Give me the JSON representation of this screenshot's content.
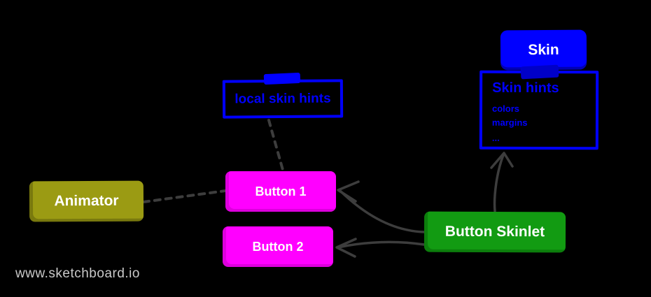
{
  "canvas": {
    "watermark": "www.sketchboard.io"
  },
  "colors": {
    "background": "#000000",
    "blue": "#0000ff",
    "blue_dark": "#0000c8",
    "magenta": "#ff00ff",
    "green": "#129b12",
    "olive": "#9b9b13",
    "edge": "#3d3d3d",
    "watermark": "#c9c9c9"
  },
  "nodes": {
    "skin": {
      "label": "Skin"
    },
    "skin_hints": {
      "title": "Skin hints",
      "items": [
        "colors",
        "margins",
        "..."
      ]
    },
    "local_skin_hints": {
      "label": "local skin hints"
    },
    "animator": {
      "label": "Animator"
    },
    "button1": {
      "label": "Button 1"
    },
    "button2": {
      "label": "Button 2"
    },
    "button_skinlet": {
      "label": "Button Skinlet"
    }
  },
  "edges": [
    {
      "from": "Animator",
      "to": "Button 1",
      "style": "dashed",
      "arrow": "none"
    },
    {
      "from": "local skin hints",
      "to": "Button 1",
      "style": "dashed",
      "arrow": "none"
    },
    {
      "from": "Button Skinlet",
      "to": "Button 1",
      "style": "solid",
      "arrow": "open-arrowhead-at-target"
    },
    {
      "from": "Button Skinlet",
      "to": "Button 2",
      "style": "solid",
      "arrow": "open-arrowhead-at-target"
    },
    {
      "from": "Button Skinlet",
      "to": "Skin hints",
      "style": "solid",
      "arrow": "open-arrowhead-at-target"
    }
  ]
}
